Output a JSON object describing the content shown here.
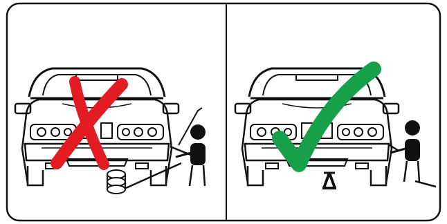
{
  "panels": [
    {
      "id": "wrong",
      "verdict": "incorrect",
      "mark_icon": "red-cross-icon",
      "support": "stacked-tires",
      "mark_color": "#e31b23"
    },
    {
      "id": "right",
      "verdict": "correct",
      "mark_icon": "green-check-icon",
      "support": "car-jack",
      "mark_color": "#17a04a"
    }
  ],
  "colors": {
    "line": "#111111",
    "frame": "#111111",
    "background": "#ffffff"
  }
}
